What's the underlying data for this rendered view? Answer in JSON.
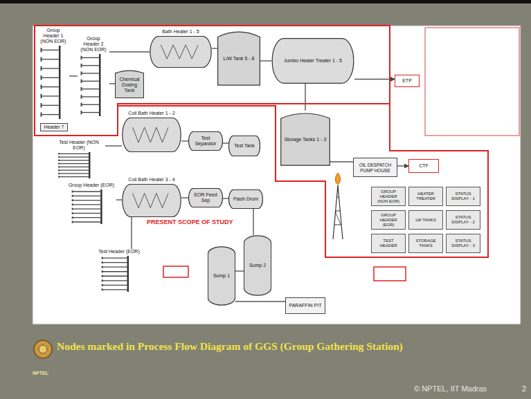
{
  "diagram": {
    "caption": "Nodes marked in Process Flow Diagram of GGS (Group Gathering Station)",
    "nodes": [
      {
        "text": [
          "Group Header 1 (NON EOR)"
        ]
      },
      {
        "text": [
          "Group Header 2 (NON EOR)"
        ]
      },
      {
        "text": [
          "Header 7"
        ]
      },
      {
        "text": [
          "Bath Heater 1 - 5"
        ]
      },
      {
        "text": [
          "Chemical Dosing Tank"
        ]
      },
      {
        "text": [
          "L/W Tank 5 - 8"
        ]
      },
      {
        "text": [
          "Jumbo Heater Treater 1 - 5"
        ]
      },
      {
        "text": [
          "ETP"
        ]
      },
      {
        "text": [
          "Coil Bath Heater 1 - 2"
        ]
      },
      {
        "text": [
          "Test Separator"
        ]
      },
      {
        "text": [
          "Test Tank"
        ]
      },
      {
        "text": [
          "Storage Tanks 1 - 3"
        ]
      },
      {
        "text": [
          "OIL DESPATCH PUMP HOUSE"
        ]
      },
      {
        "text": [
          "CTF"
        ]
      },
      {
        "text": [
          "Test Header (NON EOR)"
        ]
      },
      {
        "text": [
          "Group Header (EOR)"
        ]
      },
      {
        "text": [
          "Coil Bath Heater 3 - 4"
        ]
      },
      {
        "text": [
          "EOR Feed Sep"
        ]
      },
      {
        "text": [
          "Flash Drum"
        ]
      },
      {
        "text": [
          "Test Header (EOR)"
        ]
      },
      {
        "text": [
          "Sump 1"
        ]
      },
      {
        "text": [
          "Sump 2"
        ]
      },
      {
        "text": [
          "PARAFFIN PIT"
        ]
      },
      {
        "text": [
          "GROUP HEADER (NON EOR)"
        ]
      },
      {
        "text": [
          "HEATER TREATER"
        ]
      },
      {
        "text": [
          "STATUS DISPLAY - 1"
        ]
      },
      {
        "text": [
          "GROUP HEADER (EOR)"
        ]
      },
      {
        "text": [
          "LW TANKS"
        ]
      },
      {
        "text": [
          "STATUS DISPLAY - 2"
        ]
      },
      {
        "text": [
          "TEST HEADER"
        ]
      },
      {
        "text": [
          "STORAGE TANKS"
        ]
      },
      {
        "text": [
          "STATUS DISPLAY - 3"
        ]
      }
    ],
    "edges": [
      {
        "from": 0,
        "to": 1,
        "arrow": "none"
      },
      {
        "from": 1,
        "to": 3,
        "arrow": "none"
      },
      {
        "from": 4,
        "to": 1,
        "arrow": "none"
      },
      {
        "from": 3,
        "to": 5,
        "arrow": "none"
      },
      {
        "from": 5,
        "to": 6,
        "arrow": "none"
      },
      {
        "from": 6,
        "to": 7,
        "arrow": "to"
      },
      {
        "from": 6,
        "to": 11,
        "arrow": "none"
      },
      {
        "from": 11,
        "to": 12,
        "arrow": "none"
      },
      {
        "from": 12,
        "to": 13,
        "arrow": "to"
      },
      {
        "from": 14,
        "to": 8,
        "arrow": "none"
      },
      {
        "from": 8,
        "to": 9,
        "arrow": "none"
      },
      {
        "from": 9,
        "to": 10,
        "arrow": "none"
      },
      {
        "from": 15,
        "to": 16,
        "arrow": "none"
      },
      {
        "from": 16,
        "to": 17,
        "arrow": "none"
      },
      {
        "from": 17,
        "to": 18,
        "arrow": "none"
      },
      {
        "from": 19,
        "to": 16,
        "arrow": "none"
      },
      {
        "from": 18,
        "to": 21,
        "arrow": "none"
      },
      {
        "from": 21,
        "to": 20,
        "arrow": "none"
      },
      {
        "from": 20,
        "to": 22,
        "arrow": "none"
      }
    ],
    "labels": [
      "PRESENT SCOPE OF STUDY",
      "NPTEL",
      "© NPTEL, IIT Madras",
      "2"
    ]
  }
}
